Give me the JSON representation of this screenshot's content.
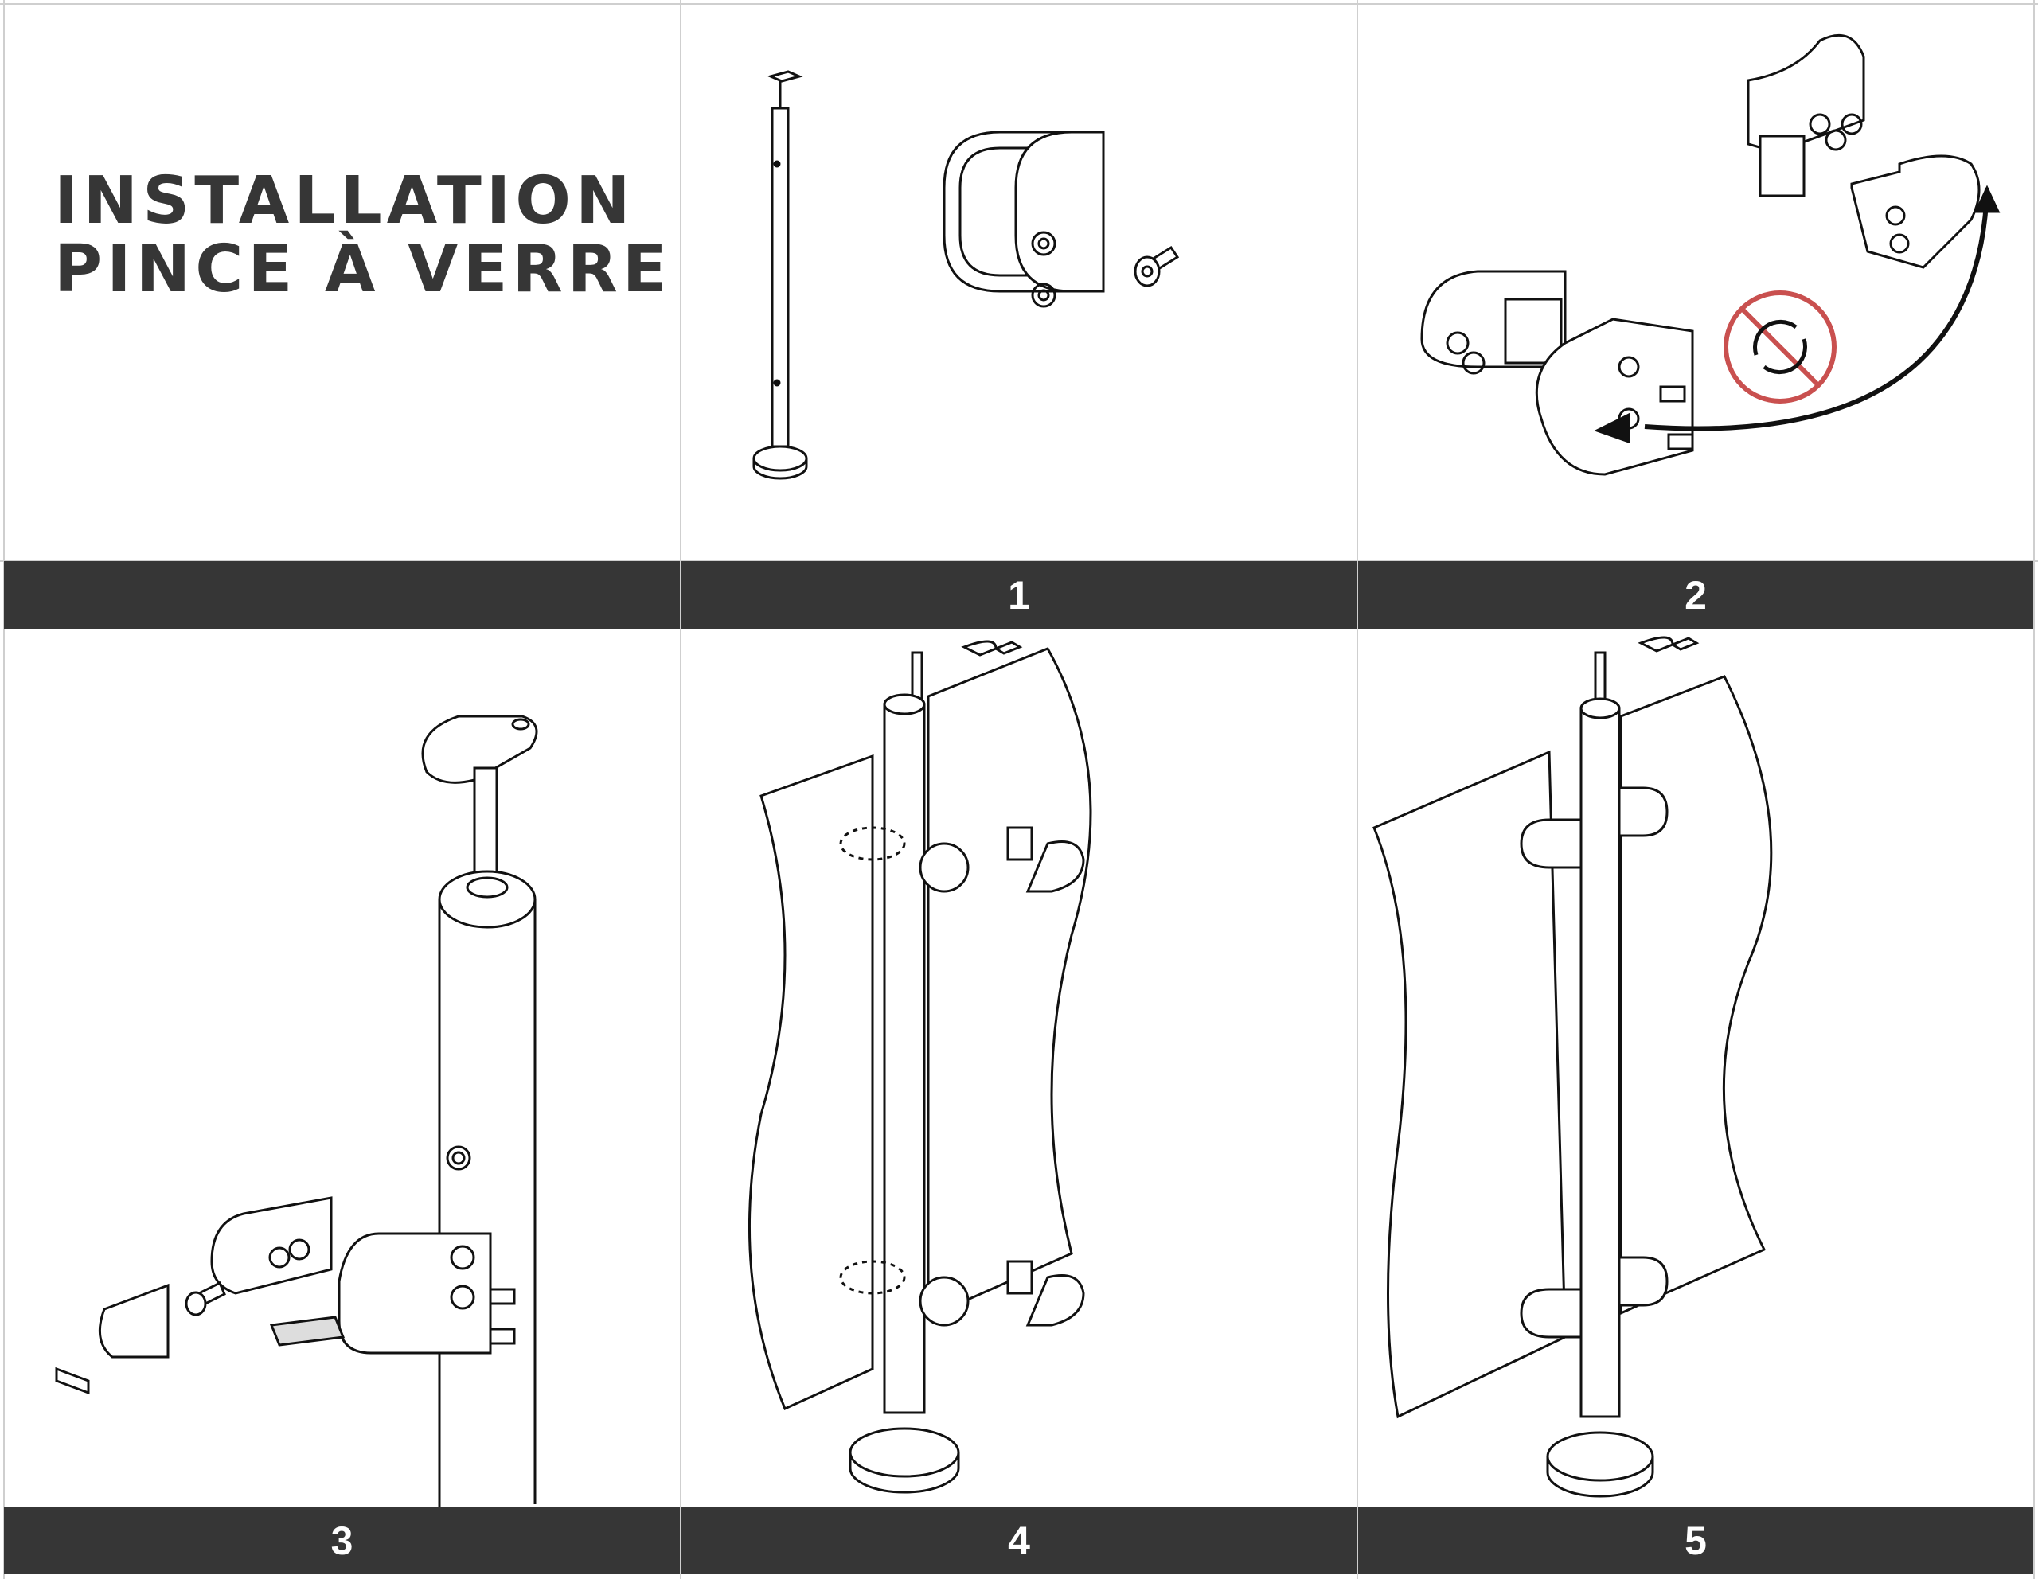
{
  "title": {
    "line1": "INSTALLATION",
    "line2": "PINCE À VERRE"
  },
  "steps": [
    {
      "number": "1"
    },
    {
      "number": "2"
    },
    {
      "number": "3"
    },
    {
      "number": "4"
    },
    {
      "number": "5"
    }
  ],
  "colors": {
    "bar": "#363636",
    "title": "#363636",
    "prohibited": "#c9504f"
  },
  "icons": [
    "no-rotate-icon",
    "curved-arrow-icon"
  ]
}
